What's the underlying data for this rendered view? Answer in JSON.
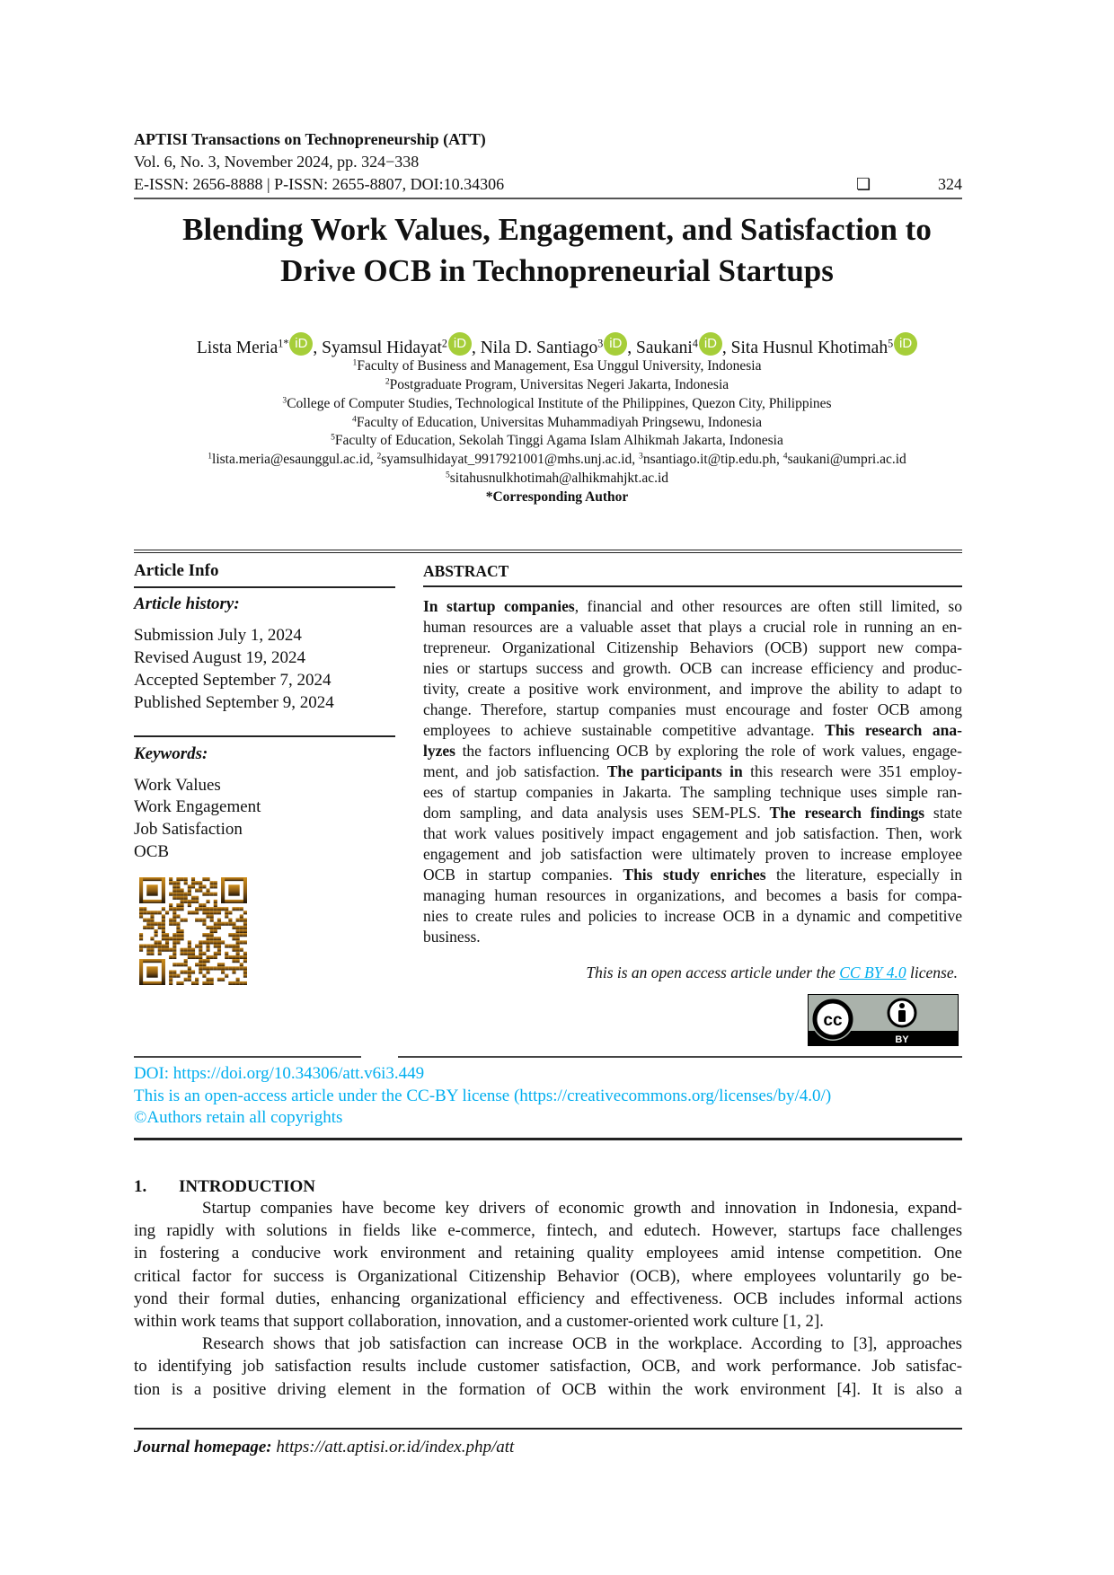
{
  "header": {
    "journal": "APTISI Transactions on Technopreneurship (ATT)",
    "volume": "Vol. 6, No. 3,  November 2024, pp. 324−338",
    "issn": "E-ISSN: 2656-8888 | P-ISSN: 2655-8807, DOI:10.34306",
    "page_icon": "❏",
    "page_number": "324"
  },
  "title": {
    "line1": "Blending Work Values, Engagement, and Satisfaction to",
    "line2": "Drive OCB in Technopreneurial Startups"
  },
  "authors": [
    {
      "name": "Lista Meria",
      "sup": "1*",
      "sep": ", "
    },
    {
      "name": "Syamsul Hidayat",
      "sup": "2",
      "sep": ", "
    },
    {
      "name": "Nila D. Santiago",
      "sup": "3",
      "sep": ", "
    },
    {
      "name": "Saukani",
      "sup": "4",
      "sep": ", "
    },
    {
      "name": "Sita Husnul Khotimah",
      "sup": "5",
      "sep": ""
    }
  ],
  "orcid_label": "iD",
  "affiliations": [
    {
      "sup": "1",
      "text": "Faculty of Business and Management, Esa Unggul University, Indonesia"
    },
    {
      "sup": "2",
      "text": "Postgraduate Program, Universitas Negeri Jakarta, Indonesia"
    },
    {
      "sup": "3",
      "text": "College of Computer Studies, Technological Institute of the Philippines, Quezon City, Philippines"
    },
    {
      "sup": "4",
      "text": "Faculty of Education, Universitas Muhammadiyah Pringsewu, Indonesia"
    },
    {
      "sup": "5",
      "text": "Faculty of Education, Sekolah Tinggi Agama Islam Alhikmah Jakarta, Indonesia"
    }
  ],
  "emails": [
    {
      "sup": "1",
      "text": "lista.meria@esaunggul.ac.id, "
    },
    {
      "sup": "2",
      "text": "syamsulhidayat_9917921001@mhs.unj.ac.id, "
    },
    {
      "sup": "3",
      "text": "nsantiago.it@tip.edu.ph, "
    },
    {
      "sup": "4",
      "text": "saukani@umpri.ac.id"
    }
  ],
  "email5": {
    "sup": "5",
    "text": "sitahusnulkhotimah@alhikmahjkt.ac.id"
  },
  "corresponding": "*Corresponding Author",
  "article_info": {
    "heading": "Article Info",
    "history_label": "Article history:",
    "history": [
      "Submission July 1, 2024",
      "Revised August 19, 2024",
      "Accepted September 7, 2024",
      "Published September 9, 2024"
    ],
    "keywords_label": "Keywords:",
    "keywords": [
      "Work Values",
      "Work Engagement",
      "Job Satisfaction",
      "OCB"
    ]
  },
  "abstract": {
    "heading": "ABSTRACT",
    "lines": [
      "**In startup companies**, financial and other resources are often still limited, so",
      "human resources are a valuable asset that plays a crucial role in running an en-",
      "trepreneur.  Organizational Citizenship Behaviors (OCB) support new compa-",
      "nies or startups success and growth.  OCB can increase efficiency and produc-",
      "tivity, create a positive work environment, and improve the ability to adapt to",
      "change.  Therefore, startup companies must encourage and foster OCB among",
      "employees to achieve sustainable competitive advantage.  **This research ana-**",
      "**lyzes** the factors influencing OCB by exploring the role of work values, engage-",
      "ment, and job satisfaction.  **The participants in** this research were 351 employ-",
      "ees of startup companies in Jakarta.  The sampling technique uses simple ran-",
      "dom sampling, and data analysis uses SEM-PLS. **The research findings** state",
      "that work values positively impact engagement and job satisfaction. Then, work",
      "engagement and job satisfaction were ultimately proven to increase employee",
      "OCB in startup companies.  **This study enriches** the literature, especially in",
      "managing human resources in organizations, and becomes a basis for compa-",
      "nies to create rules and policies to increase OCB in a dynamic and competitive",
      "business."
    ],
    "license_prefix": "This is an open access article under the ",
    "license_link": "CC BY 4.0",
    "license_suffix": " license.",
    "badge_label": "BY"
  },
  "access": {
    "doi": "DOI: https://doi.org/10.34306/att.v6i3.449",
    "license": "This is an open-access article under the CC-BY license (https://creativecommons.org/licenses/by/4.0/)",
    "copyright": "©Authors retain all copyrights"
  },
  "introduction": {
    "number": "1.",
    "heading": "INTRODUCTION",
    "lines": [
      {
        "t": "Startup companies have become key drivers of economic growth and innovation in Indonesia, expand-",
        "indent": true
      },
      {
        "t": "ing rapidly with solutions in fields like e-commerce, fintech, and edutech.  However, startups face challenges"
      },
      {
        "t": "in fostering a conducive work environment and retaining quality employees amid intense competition.  One"
      },
      {
        "t": "critical factor for success is Organizational Citizenship Behavior (OCB), where employees voluntarily go be-"
      },
      {
        "t": "yond their formal duties, enhancing organizational efficiency and effectiveness. OCB includes informal actions"
      },
      {
        "t": "within work teams that support collaboration, innovation, and a customer-oriented work culture [1, 2].",
        "last": true
      },
      {
        "t": "Research shows that job satisfaction can increase OCB in the workplace. According to [3], approaches",
        "indent": true
      },
      {
        "t": "to identifying job satisfaction results include customer satisfaction, OCB, and work performance. Job satisfac-"
      },
      {
        "t": "tion is a positive driving element in the formation of OCB within the work environment [4].  It is also a"
      }
    ]
  },
  "footer": {
    "label": "Journal homepage:",
    "url": "https://att.aptisi.or.id/index.php/att"
  },
  "colors": {
    "link": "#00aeef",
    "orcid": "#a6ce39"
  }
}
